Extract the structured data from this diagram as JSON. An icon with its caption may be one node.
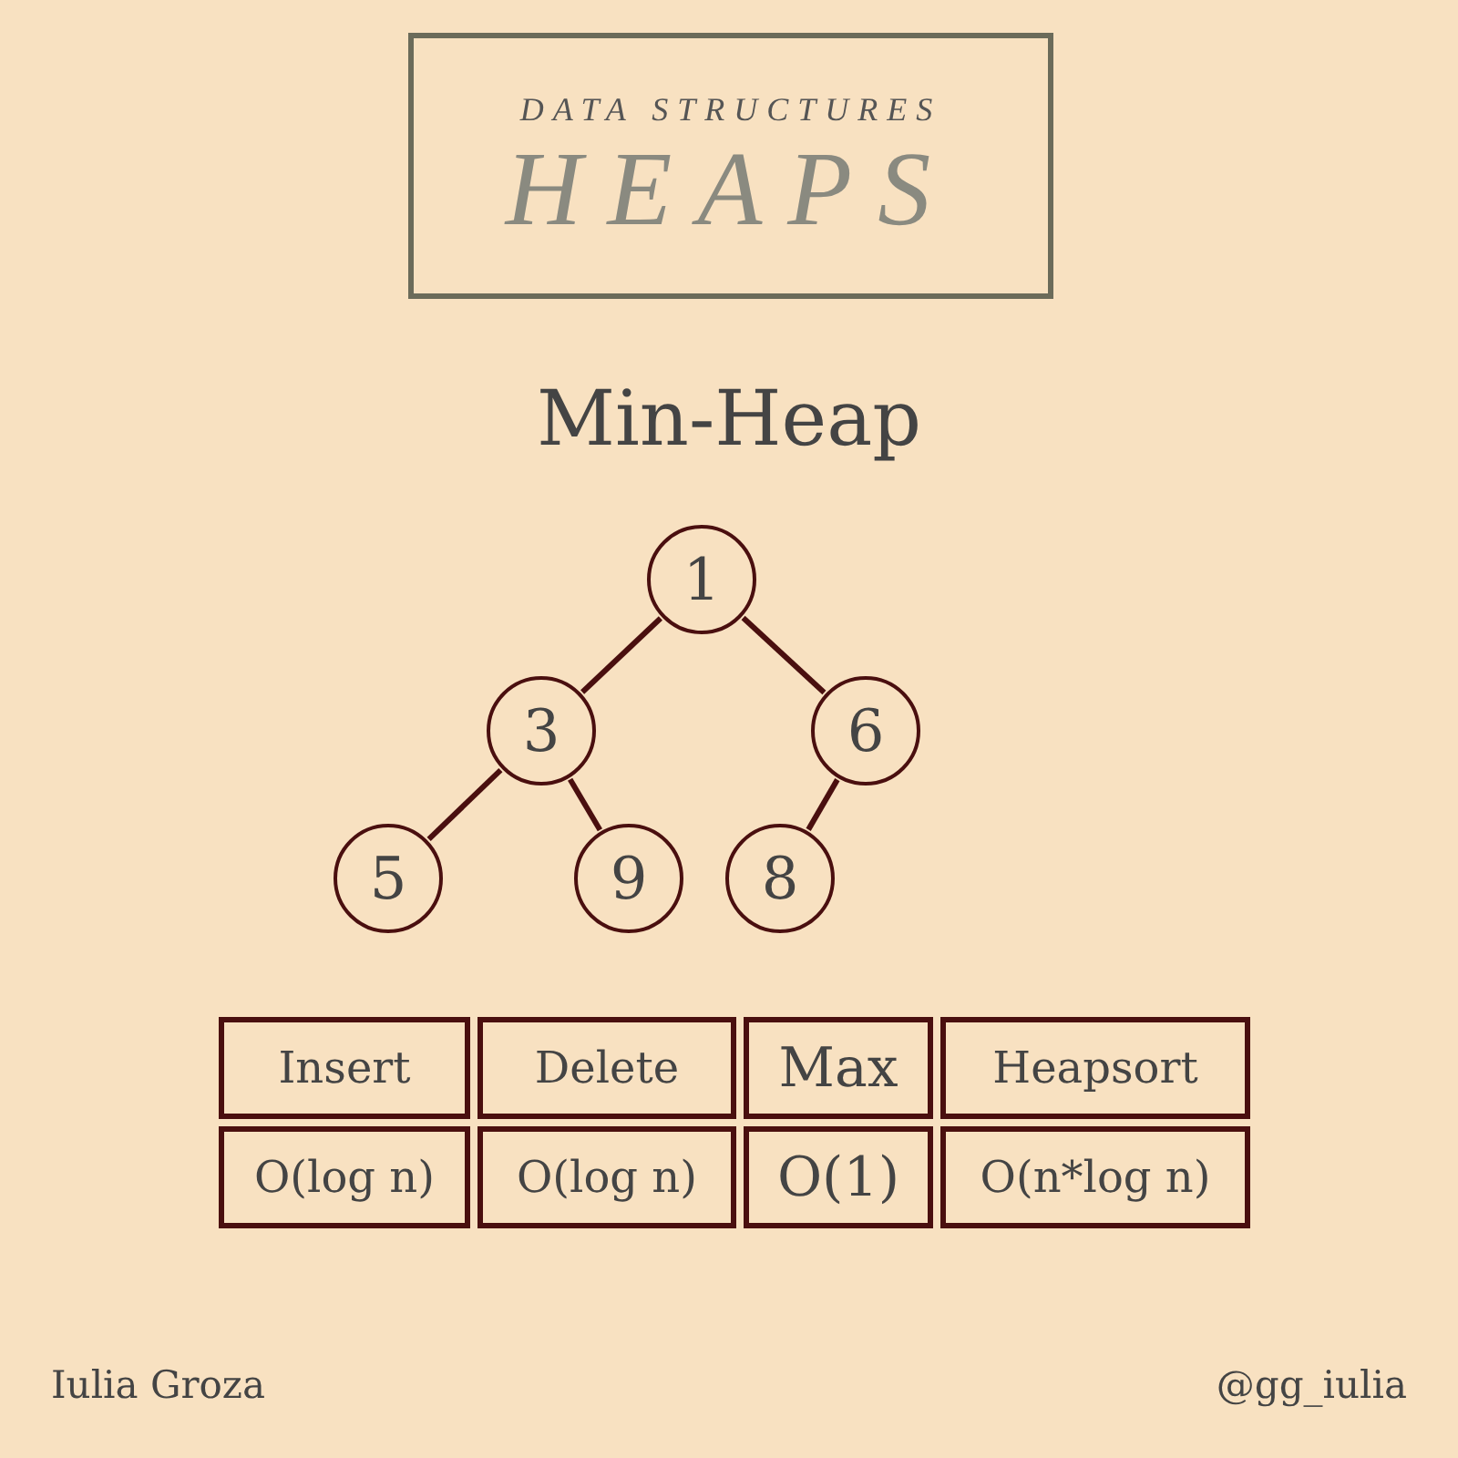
{
  "diagram": {
    "title": "Min-Heap",
    "nodes": [
      {
        "text": [
          "DATA STRUCTURES",
          "HEAPS"
        ]
      },
      {
        "text": [
          "1"
        ]
      },
      {
        "text": [
          "3"
        ]
      },
      {
        "text": [
          "6"
        ]
      },
      {
        "text": [
          "5"
        ]
      },
      {
        "text": [
          "9"
        ]
      },
      {
        "text": [
          "8"
        ]
      }
    ],
    "edges": [
      {
        "from": 1,
        "to": 2,
        "arrow": "none"
      },
      {
        "from": 1,
        "to": 3,
        "arrow": "none"
      },
      {
        "from": 2,
        "to": 4,
        "arrow": "none"
      },
      {
        "from": 2,
        "to": 5,
        "arrow": "none"
      },
      {
        "from": 3,
        "to": 6,
        "arrow": "none"
      }
    ],
    "labels": [
      "Insert",
      "Delete",
      "Max",
      "Heapsort",
      "O(log n)",
      "O(log n)",
      "O(1)",
      "O(n*log n)",
      "Iulia Groza",
      "@gg_iulia"
    ]
  }
}
